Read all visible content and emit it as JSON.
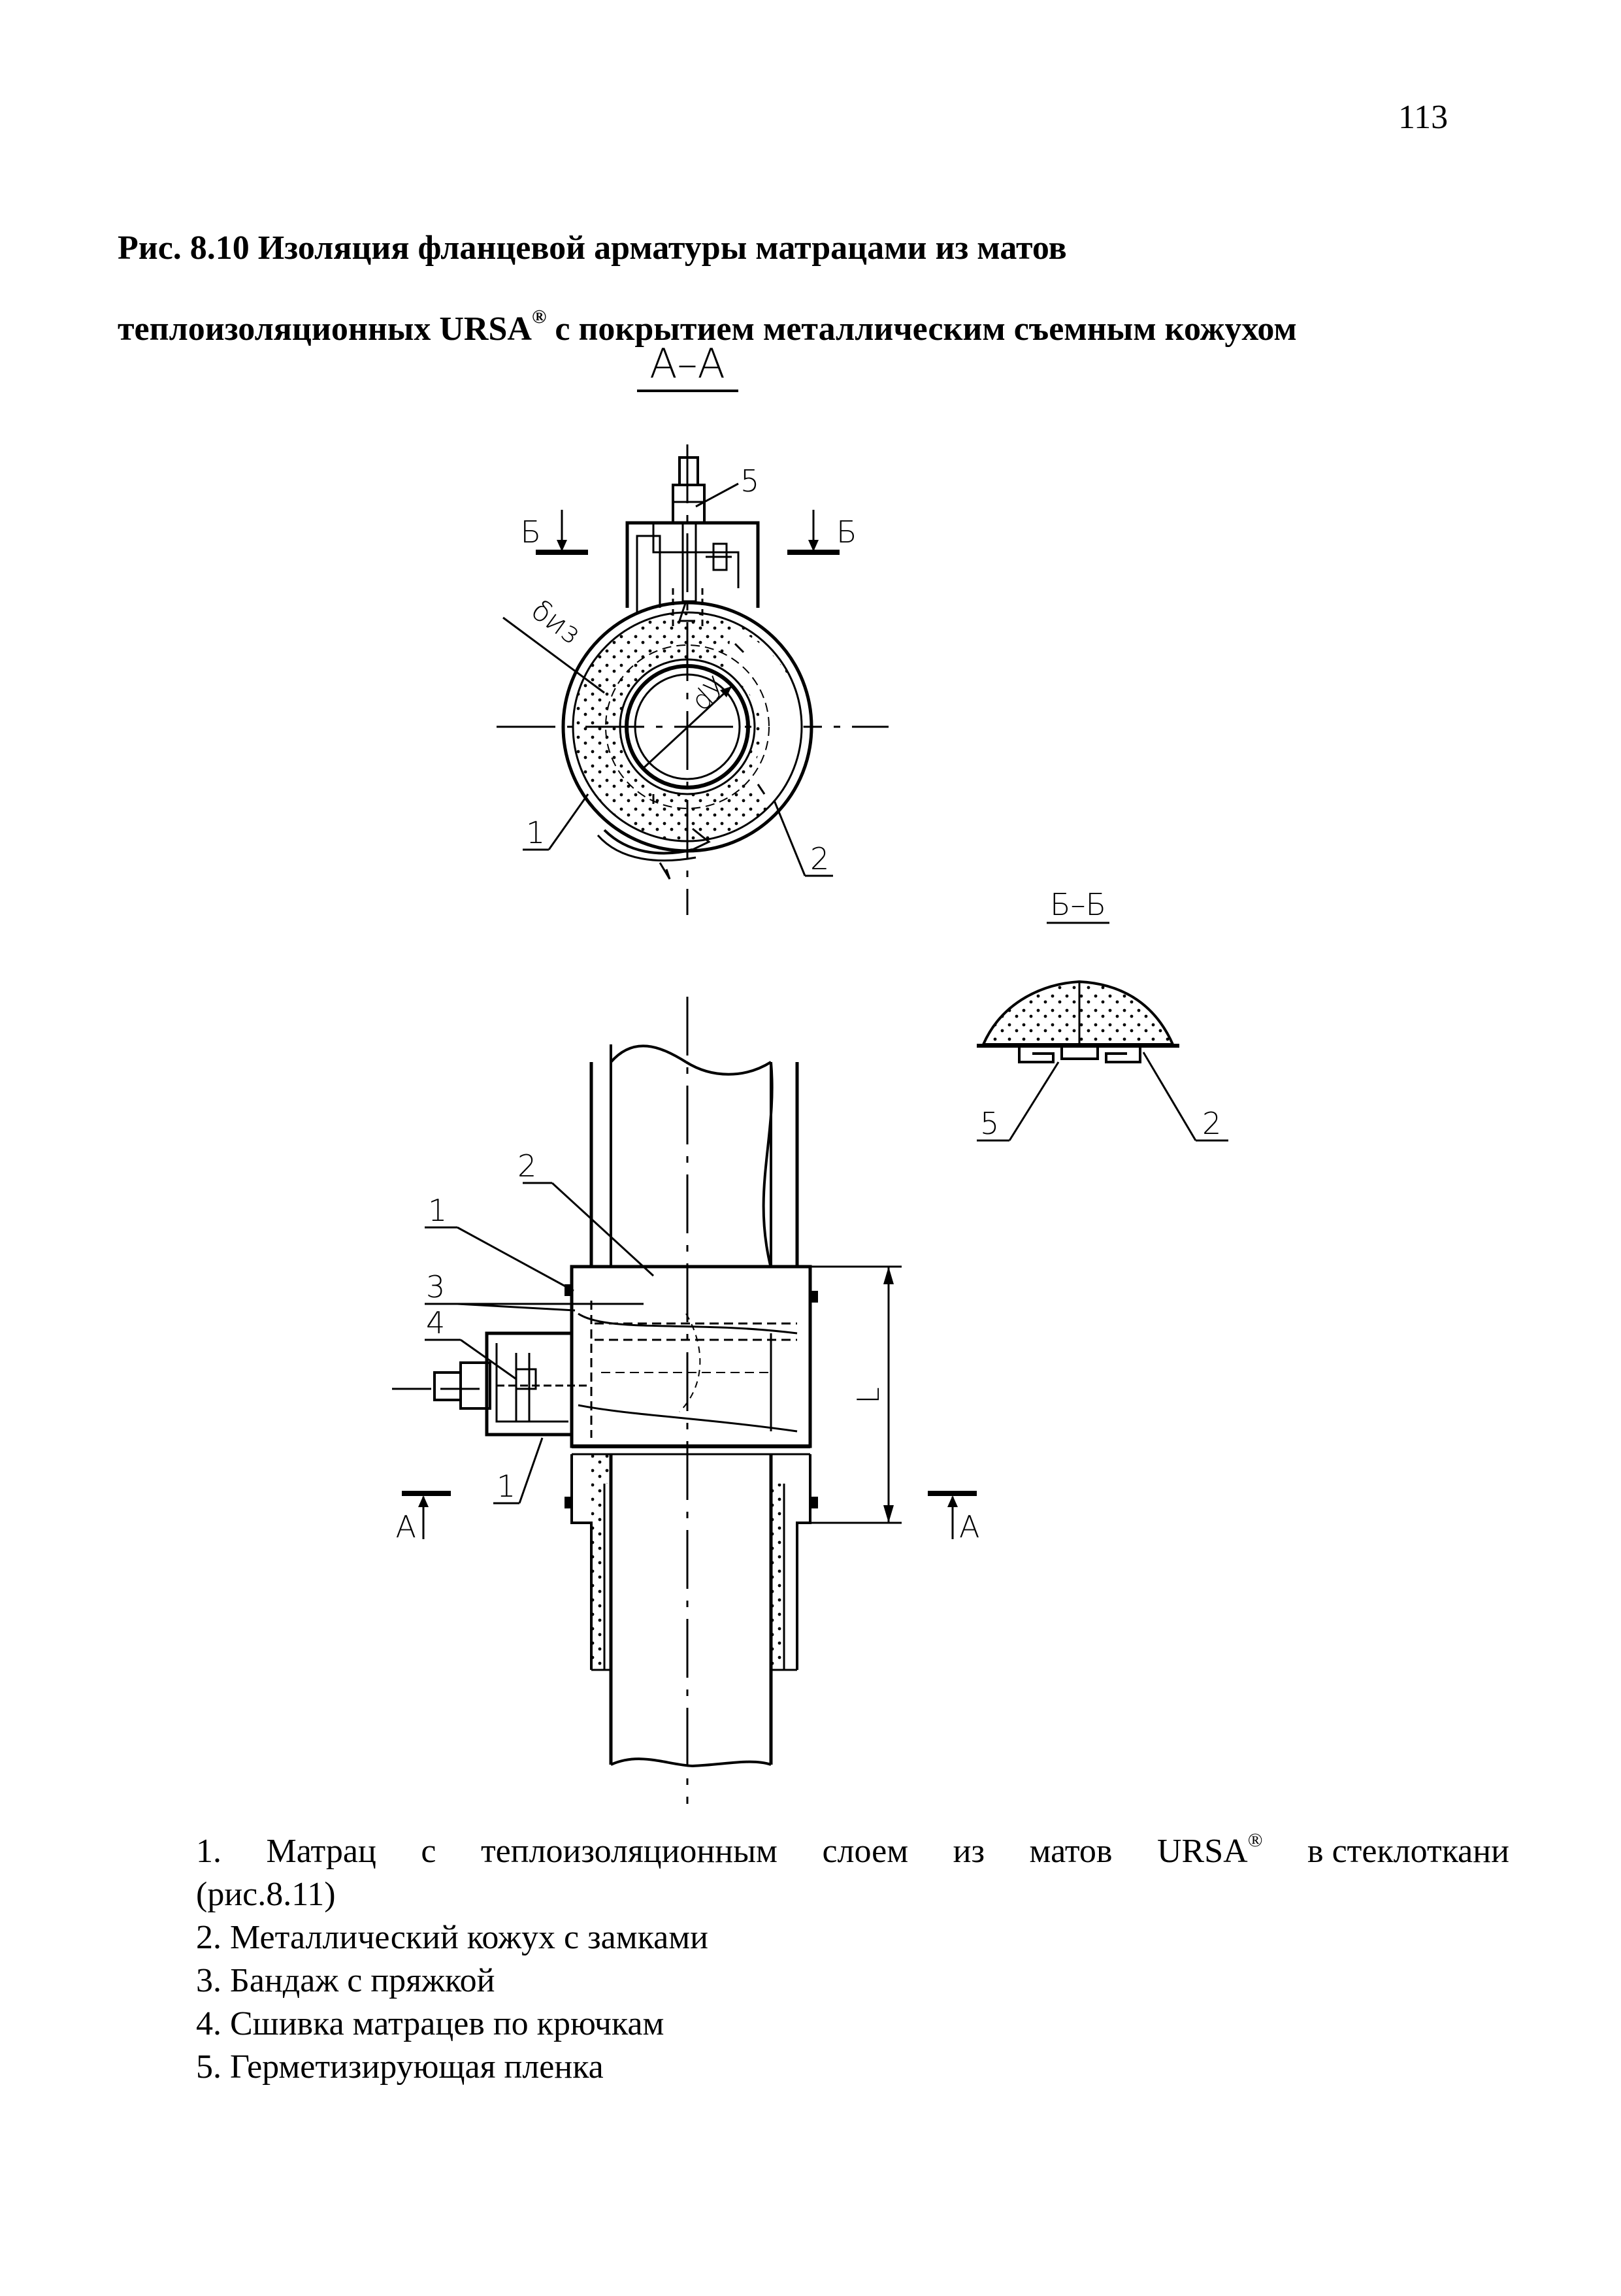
{
  "page_number": "113",
  "caption": {
    "line1": "Рис. 8.10 Изоляция фланцевой арматуры матрацами из матов",
    "line2_before_mark": "теплоизоляционных URSA",
    "mark": "®",
    "line2_after_mark": " с покрытием металлическим съемным кожухом"
  },
  "views": {
    "section_aa": "А–А",
    "section_bb": "Б–Б",
    "cut_mark_b": "Б",
    "cut_mark_a": "А"
  },
  "dimension_labels": {
    "insulation_diameter": "δиз",
    "nominal_diameter": "dУ",
    "length": "L"
  },
  "callouts": {
    "c1": "1",
    "c2": "2",
    "c3": "3",
    "c4": "4",
    "c5": "5"
  },
  "legend": {
    "item1_words": [
      "1.",
      "Матрац",
      "с",
      "теплоизоляционным",
      "слоем",
      "из",
      "матов"
    ],
    "item1_brand": "URSA",
    "item1_mark": "®",
    "item1_tail": "в стеклоткани",
    "item1_cont": "(рис.8.11)",
    "item2": "2. Металлический кожух с замками",
    "item3": "3. Бандаж с пряжкой",
    "item4": "4. Сшивка матрацев по крючкам",
    "item5": "5. Герметизирующая пленка"
  }
}
